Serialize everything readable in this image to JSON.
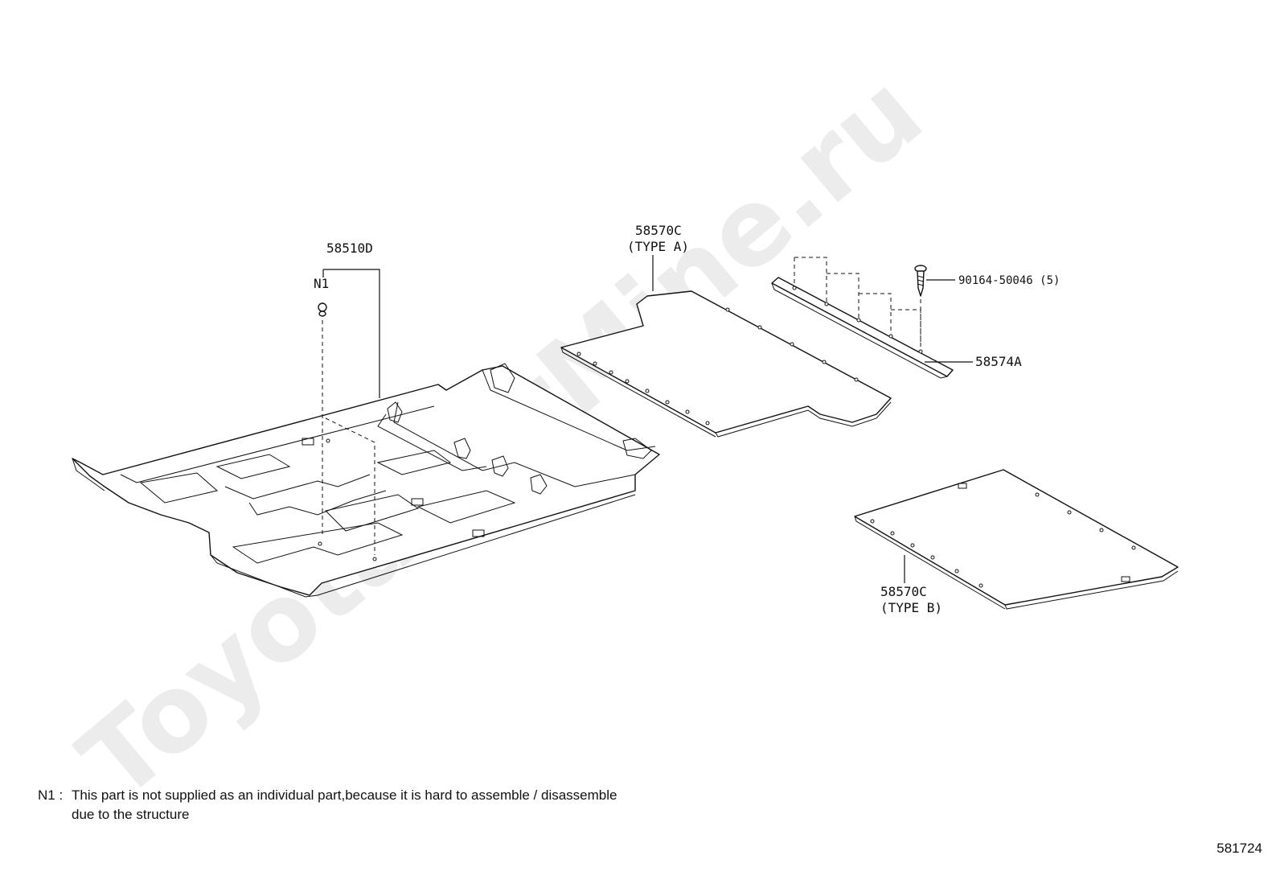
{
  "watermark": "ToyotaCarMine.ru",
  "labels": {
    "carpet_assy": "58510D",
    "n1_marker": "N1",
    "mat_type_a_part": "58570C",
    "mat_type_a_type": "(TYPE A)",
    "screw_part": "90164-50046 (5)",
    "plate_part": "58574A",
    "mat_type_b_part": "58570C",
    "mat_type_b_type": "(TYPE B)"
  },
  "footnote": {
    "tag": "N1 :",
    "line1": "This part is not supplied as an individual part,because it is hard to assemble / disassemble",
    "line2": "due to the structure"
  },
  "diagram_code": "581724"
}
